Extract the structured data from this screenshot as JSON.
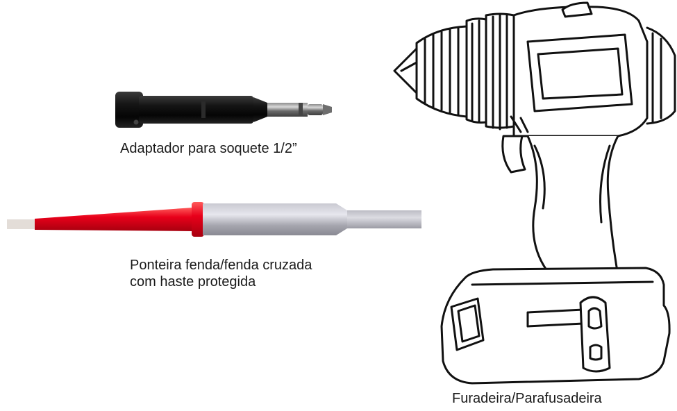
{
  "items": {
    "adapter": {
      "caption": "Adaptador para soquete 1/2”",
      "icon": "socket-adapter-icon"
    },
    "bit": {
      "caption_line1": "Ponteira fenda/fenda cruzada",
      "caption_line2": "com haste protegida",
      "icon": "screwdriver-bit-icon"
    },
    "drill": {
      "caption": "Furadeira/Parafusadeira",
      "icon": "cordless-drill-icon"
    }
  }
}
